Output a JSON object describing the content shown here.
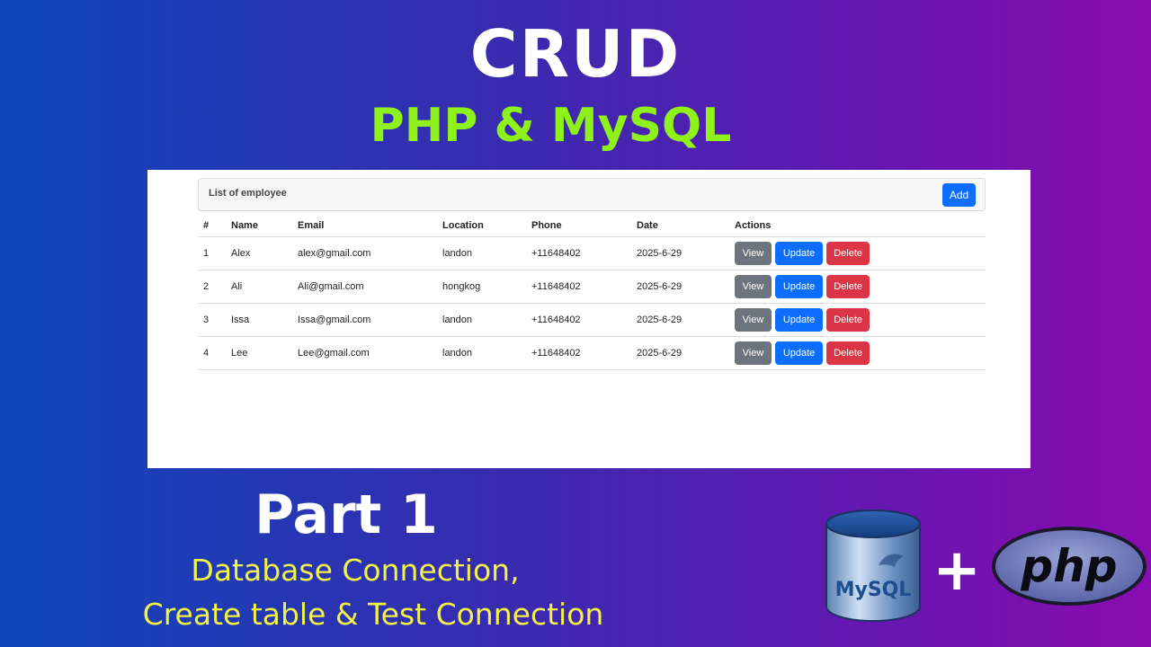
{
  "header": {
    "title": "CRUD",
    "subtitle": "PHP & MySQL"
  },
  "app": {
    "card_title": "List of employee",
    "add_label": "Add",
    "columns": [
      "#",
      "Name",
      "Email",
      "Location",
      "Phone",
      "Date",
      "Actions"
    ],
    "rows": [
      {
        "id": "1",
        "name": "Alex",
        "email": "alex@gmail.com",
        "location": "landon",
        "phone": "+11648402",
        "date": "2025-6-29"
      },
      {
        "id": "2",
        "name": "Ali",
        "email": "Ali@gmail.com",
        "location": "hongkog",
        "phone": "+11648402",
        "date": "2025-6-29"
      },
      {
        "id": "3",
        "name": "Issa",
        "email": "Issa@gmail.com",
        "location": "landon",
        "phone": "+11648402",
        "date": "2025-6-29"
      },
      {
        "id": "4",
        "name": "Lee",
        "email": "Lee@gmail.com",
        "location": "landon",
        "phone": "+11648402",
        "date": "2025-6-29"
      }
    ],
    "actions": {
      "view": "View",
      "update": "Update",
      "delete": "Delete"
    }
  },
  "footer": {
    "part": "Part 1",
    "line1": "Database Connection,",
    "line2": "Create table & Test Connection",
    "plus": "+",
    "mysql_logo_text": "MySQL",
    "php_logo_text": "php"
  },
  "colors": {
    "subtitle": "#8ef21a",
    "description": "#f2f244",
    "primary": "#0d6efd",
    "secondary": "#6c757d",
    "danger": "#dc3545"
  }
}
